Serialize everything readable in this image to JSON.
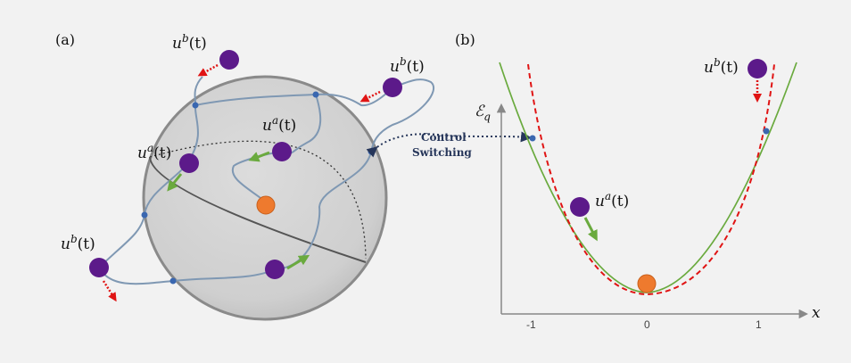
{
  "panel_a": {
    "label": "(a)",
    "u_b_top": {
      "base": "u",
      "sup": "b",
      "arg": "(t)"
    },
    "u_b_right": {
      "base": "u",
      "sup": "b",
      "arg": "(t)"
    },
    "u_a_center": {
      "base": "u",
      "sup": "a",
      "arg": "(t)"
    },
    "u_a_left": {
      "base": "u",
      "sup": "a",
      "arg": "(t)"
    },
    "u_b_bottom": {
      "base": "u",
      "sup": "b",
      "arg": "(t)"
    }
  },
  "control_switching": {
    "line1": "Control",
    "line2": "Switching"
  },
  "panel_b": {
    "label": "(b)",
    "y_axis_label": {
      "base": "ℰ",
      "sub": "q"
    },
    "x_axis_label": "x",
    "x_ticks": [
      "-1",
      "0",
      "1"
    ],
    "u_a": {
      "base": "u",
      "sup": "a",
      "arg": "(t)"
    },
    "u_b": {
      "base": "u",
      "sup": "b",
      "arg": "(t)"
    }
  },
  "colors": {
    "purple": "#5c1a8a",
    "orange": "#ee7a2e",
    "green": "#6aaa3e",
    "red": "#e01414",
    "blue_dot": "#3a67b0",
    "sphere": "#d3d3d3",
    "curve": "#7f98b3",
    "dark_arrow": "#26365a",
    "background": "#f2f2f2"
  }
}
